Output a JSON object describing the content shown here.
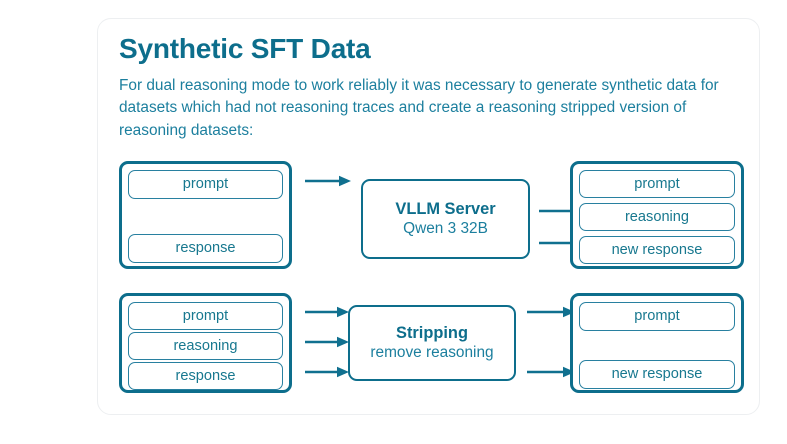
{
  "slide": {
    "title": "Synthetic SFT Data",
    "body": "For dual reasoning mode to work reliably it was necessary to generate synthetic data for datasets which had not reasoning traces and create a reasoning stripped version of reasoning datasets:"
  },
  "theme": {
    "accent": "#0d6e8c",
    "accent_light": "#1c7f9e",
    "chip_border": "#2880a0",
    "card_bg": "#ffffff",
    "page_bg": "#ffffff",
    "card_border": "#edeff1"
  },
  "diagram": {
    "rows": [
      {
        "name": "generate-reasoning",
        "input_group": {
          "label": "input-dataset-without-reasoning",
          "fields": [
            "prompt",
            "response"
          ]
        },
        "processor": {
          "title": "VLLM Server",
          "subtitle": "Qwen 3 32B"
        },
        "output_group": {
          "label": "output-dataset-with-reasoning",
          "fields": [
            "prompt",
            "reasoning",
            "new response"
          ]
        },
        "arrows_in": 1,
        "arrows_out": 2
      },
      {
        "name": "strip-reasoning",
        "input_group": {
          "label": "input-dataset-with-reasoning",
          "fields": [
            "prompt",
            "reasoning",
            "response"
          ]
        },
        "processor": {
          "title": "Stripping",
          "subtitle": "remove reasoning"
        },
        "output_group": {
          "label": "output-dataset-stripped",
          "fields": [
            "prompt",
            "new response"
          ]
        },
        "arrows_in": 3,
        "arrows_out": 2
      }
    ]
  }
}
